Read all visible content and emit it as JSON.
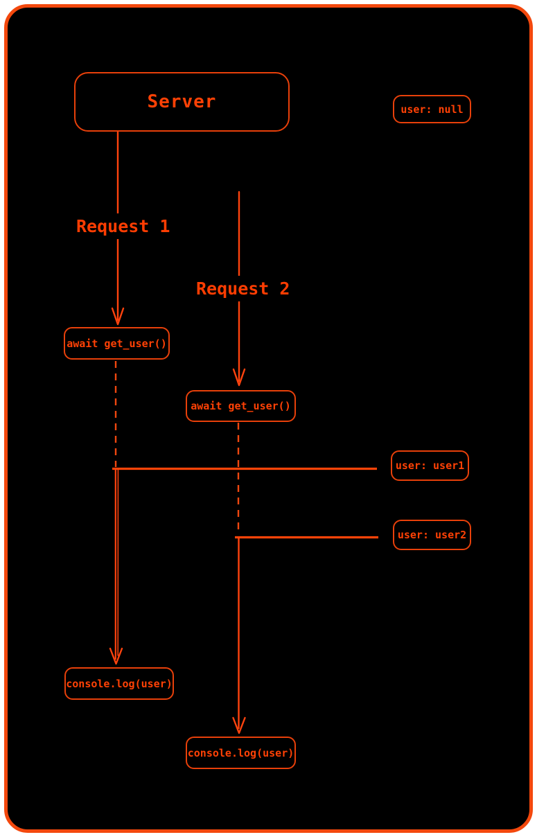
{
  "diagram": {
    "nodes": {
      "server": {
        "label": "Server"
      },
      "state_null": {
        "label": "user: null"
      },
      "await1": {
        "label": "await get_user()"
      },
      "await2": {
        "label": "await get_user()"
      },
      "state_user1": {
        "label": "user: user1"
      },
      "state_user2": {
        "label": "user: user2"
      },
      "log1": {
        "label": "console.log(user)"
      },
      "log2": {
        "label": "console.log(user)"
      }
    },
    "flow_labels": {
      "request1": {
        "label": "Request 1"
      },
      "request2": {
        "label": "Request 2"
      }
    },
    "edges": [
      {
        "from": "Server",
        "to": "await get_user()",
        "label": "Request 1",
        "style": "solid-arrow"
      },
      {
        "from": "Server",
        "to": "await get_user()",
        "label": "Request 2",
        "style": "solid-arrow"
      },
      {
        "from": "await get_user() [request1]",
        "to": "user: user1",
        "style": "dashed-wait-then-resolve"
      },
      {
        "from": "await get_user() [request2]",
        "to": "user: user2",
        "style": "dashed-wait-then-resolve"
      },
      {
        "from": "user: user1 resolution",
        "to": "console.log(user)",
        "style": "solid-arrow"
      },
      {
        "from": "user: user2 resolution",
        "to": "console.log(user)",
        "style": "solid-arrow"
      }
    ],
    "colors": {
      "background": "#000000",
      "page_margin": "#ffffff",
      "canvas_border": "#f3480d",
      "box_stroke": "#e8400a",
      "text": "#ff4105",
      "line": "#ff430e",
      "dashed_line": "#f0470f",
      "resolve_line": "#ff4408"
    }
  }
}
